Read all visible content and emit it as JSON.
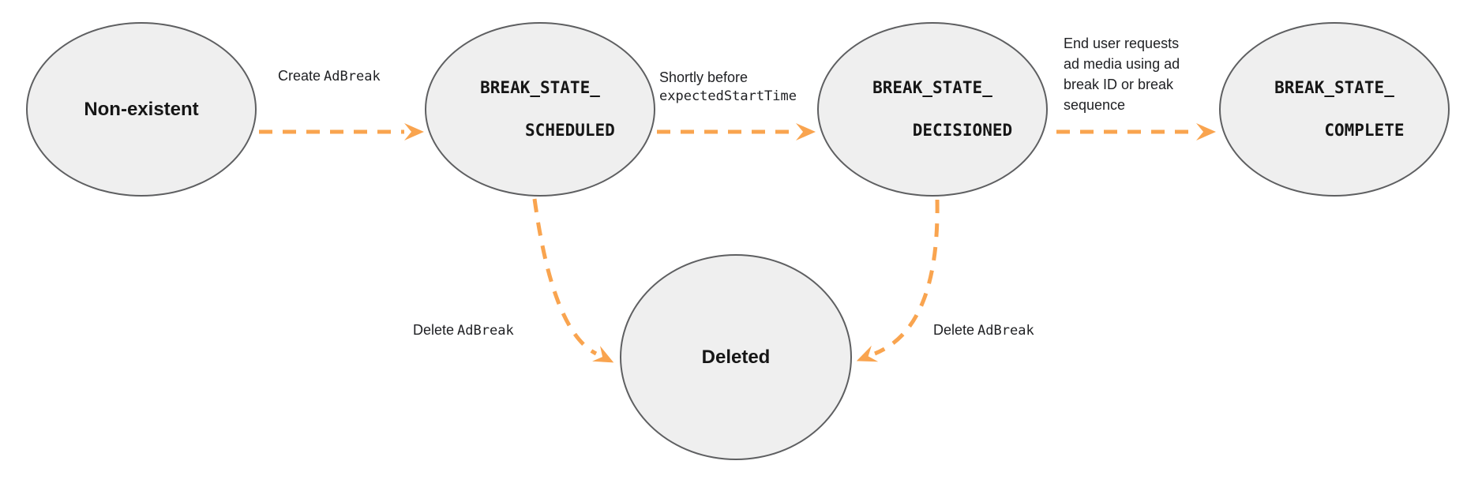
{
  "diagram": {
    "colors": {
      "arrow": "#f9a44f",
      "node_fill": "#efefef",
      "node_stroke": "#5e5f61",
      "text": "#1f1f1f"
    },
    "nodes": [
      {
        "id": "non-existent",
        "label": "Non-existent"
      },
      {
        "id": "break-state-scheduled",
        "label_line1": "BREAK_STATE_",
        "label_line2": "SCHEDULED"
      },
      {
        "id": "break-state-decisioned",
        "label_line1": "BREAK_STATE_",
        "label_line2": "DECISIONED"
      },
      {
        "id": "break-state-complete",
        "label_line1": "BREAK_STATE_",
        "label_line2": "COMPLETE"
      },
      {
        "id": "deleted",
        "label": "Deleted"
      }
    ],
    "edges": [
      {
        "from": "non-existent",
        "to": "break-state-scheduled",
        "label_plain": "Create",
        "label_code": "AdBreak"
      },
      {
        "from": "break-state-scheduled",
        "to": "break-state-decisioned",
        "label_plain": "Shortly before",
        "label_code": "expectedStartTime"
      },
      {
        "from": "break-state-decisioned",
        "to": "break-state-complete",
        "label_lines": [
          "End user requests",
          "ad media using ad",
          "break ID or break",
          "sequence"
        ]
      },
      {
        "from": "break-state-scheduled",
        "to": "deleted",
        "label_plain": "Delete",
        "label_code": "AdBreak"
      },
      {
        "from": "break-state-decisioned",
        "to": "deleted",
        "label_plain": "Delete",
        "label_code": "AdBreak"
      }
    ]
  }
}
